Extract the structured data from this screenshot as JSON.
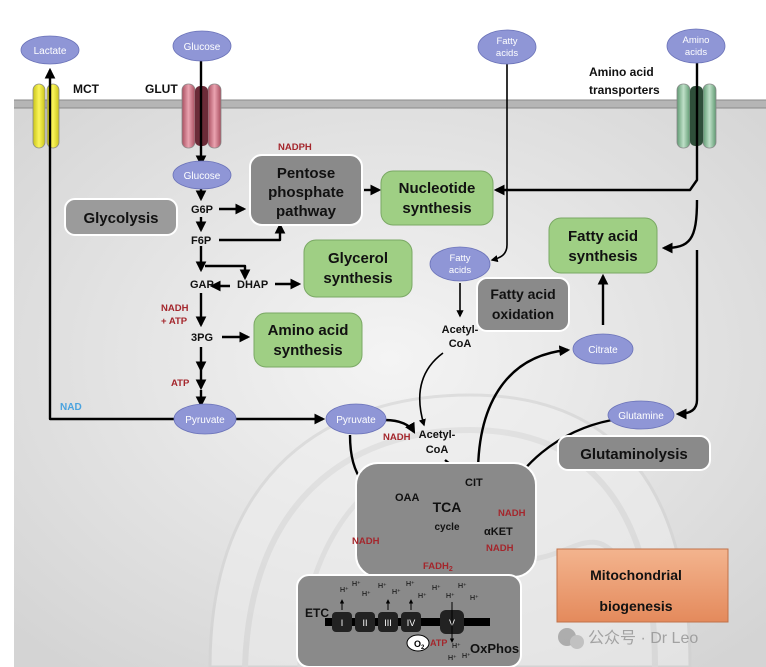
{
  "labels": {
    "lactate": "Lactate",
    "glucose_out": "Glucose",
    "fatty_acids_out_1": "Fatty",
    "fatty_acids_out_2": "acids",
    "amino_acids_out_1": "Amino",
    "amino_acids_out_2": "acids",
    "mct": "MCT",
    "glut": "GLUT",
    "aa_transporters_1": "Amino acid",
    "aa_transporters_2": "transporters",
    "glucose_in": "Glucose",
    "nadph": "NADPH",
    "pentose_1": "Pentose",
    "pentose_2": "phosphate",
    "pentose_3": "pathway",
    "nucleotide_1": "Nucleotide",
    "nucleotide_2": "synthesis",
    "glycolysis": "Glycolysis",
    "g6p": "G6P",
    "f6p": "F6P",
    "fatty_acids_in_1": "Fatty",
    "fatty_acids_in_2": "acids",
    "fa_synthesis_1": "Fatty acid",
    "fa_synthesis_2": "synthesis",
    "glycerol_1": "Glycerol",
    "glycerol_2": "synthesis",
    "gap": "GAP",
    "dhap": "DHAP",
    "fa_oxidation_1": "Fatty acid",
    "fa_oxidation_2": "oxidation",
    "nadh_atp_1": "NADH",
    "nadh_atp_2": "+ ATP",
    "three_pg": "3PG",
    "aa_synthesis_1": "Amino acid",
    "aa_synthesis_2": "synthesis",
    "acetyl_coa_cyto_1": "Acetyl-",
    "acetyl_coa_cyto_2": "CoA",
    "citrate": "Citrate",
    "atp": "ATP",
    "nad": "NAD",
    "pyruvate_cyto": "Pyruvate",
    "pyruvate_mito": "Pyruvate",
    "glutamine": "Glutamine",
    "nadh_pdh": "NADH",
    "acetyl_coa_mito_1": "Acetyl-",
    "acetyl_coa_mito_2": "CoA",
    "glutaminolysis": "Glutaminolysis",
    "cit": "CIT",
    "oaa": "OAA",
    "tca_1": "TCA",
    "tca_2": "cycle",
    "nadh_cit": "NADH",
    "akg": "αKET",
    "nadh_akg": "NADH",
    "nadh_left": "NADH",
    "fadh2": "FADH",
    "fadh2_sub": "2",
    "mito_bio_1": "Mitochondrial",
    "mito_bio_2": "biogenesis",
    "etc": "ETC",
    "complex_1": "I",
    "complex_2": "II",
    "complex_3": "III",
    "complex_4": "IV",
    "complex_5": "V",
    "o2": "O",
    "o2_sub": "2",
    "atp_etc": "ATP",
    "oxphos": "OxPhos",
    "watermark": "公众号 · Dr Leo"
  },
  "colors": {
    "node_fill": "#8f96d6",
    "box_green": "#9fcf84",
    "box_gray": "#8a8a8a",
    "box_white": "#ececec",
    "box_orange": "#e9a07a",
    "mct_yellow": "#f2ea2a",
    "glut_pink": "#d07a8a",
    "transporter_green": "#8cbf9a",
    "dark_red": "#a4262c",
    "blue_label": "#4aa3df"
  }
}
